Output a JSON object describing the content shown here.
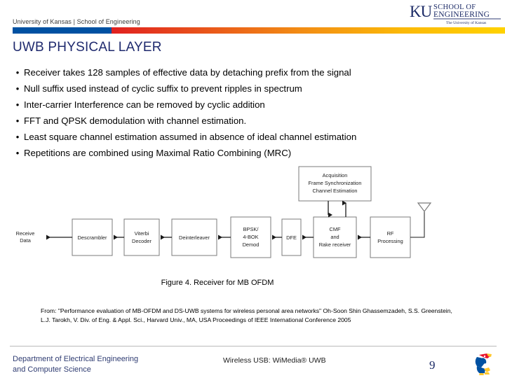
{
  "header": {
    "subtitle": "University of Kansas | School of Engineering",
    "logo": {
      "monogram": "KU",
      "line1": "SCHOOL OF",
      "line2": "ENGINEERING",
      "line3": "The University of Kansas"
    },
    "bar_blue_color": "#0051A2",
    "bar_gradient_from": "#E02020",
    "bar_gradient_to": "#FFD200"
  },
  "title": "UWB PHYSICAL LAYER",
  "bullets": [
    {
      "marker": "•",
      "text": "Receiver takes 128 samples of effective data by detaching prefix from the signal"
    },
    {
      "marker": "•",
      "text": "Null suffix used instead of cyclic suffix to prevent ripples in spectrum"
    },
    {
      "marker": "•",
      "text": "Inter-carrier Interference can be removed by cyclic addition"
    },
    {
      "marker": "•",
      "text": "FFT and QPSK demodulation with channel estimation."
    },
    {
      "marker": "•",
      "text": "Least square channel estimation assumed in absence of ideal channel estimation"
    },
    {
      "marker": "•",
      "text": "Repetitions are combined using Maximal Ratio Combining (MRC)"
    }
  ],
  "diagram": {
    "output_label_line1": "Receive",
    "output_label_line2": "Data",
    "blocks": [
      {
        "id": "descrambler",
        "lines": [
          "Descrambler"
        ]
      },
      {
        "id": "viterbi-decoder",
        "lines": [
          "Viterbi",
          "Decoder"
        ]
      },
      {
        "id": "deinterleaver",
        "lines": [
          "Deinterleaver"
        ]
      },
      {
        "id": "bpsk-4bok-demod",
        "lines": [
          "BPSK/",
          "4-BOK",
          "Demod"
        ]
      },
      {
        "id": "dfe",
        "lines": [
          "DFE"
        ]
      },
      {
        "id": "cmf-rake-receiver",
        "lines": [
          "CMF",
          "and",
          "Rake receiver"
        ]
      },
      {
        "id": "rf-processing",
        "lines": [
          "RF",
          "Processing"
        ]
      },
      {
        "id": "acquisition",
        "lines": [
          "Acquisition",
          "Frame Synchronization",
          "Channel Estimation"
        ]
      }
    ],
    "antenna_label": "antenna"
  },
  "figure_caption": "Figure 4. Receiver for MB OFDM",
  "citation": "From: \"Performance evaluation of MB-OFDM and DS-UWB systems for wireless personal area networks\" Oh-Soon Shin Ghassemzadeh, S.S. Greenstein, L.J. Tarokh, V. Div. of Eng. & Appl. Sci., Harvard Univ., MA, USA Proceedings of IEEE International Conference 2005",
  "footer": {
    "dept_line1": "Department of Electrical Engineering",
    "dept_line2": "and Computer Science",
    "center_text": "Wireless USB: WiMedia® UWB",
    "page_number": "9",
    "mascot": "jayhawk-logo"
  }
}
